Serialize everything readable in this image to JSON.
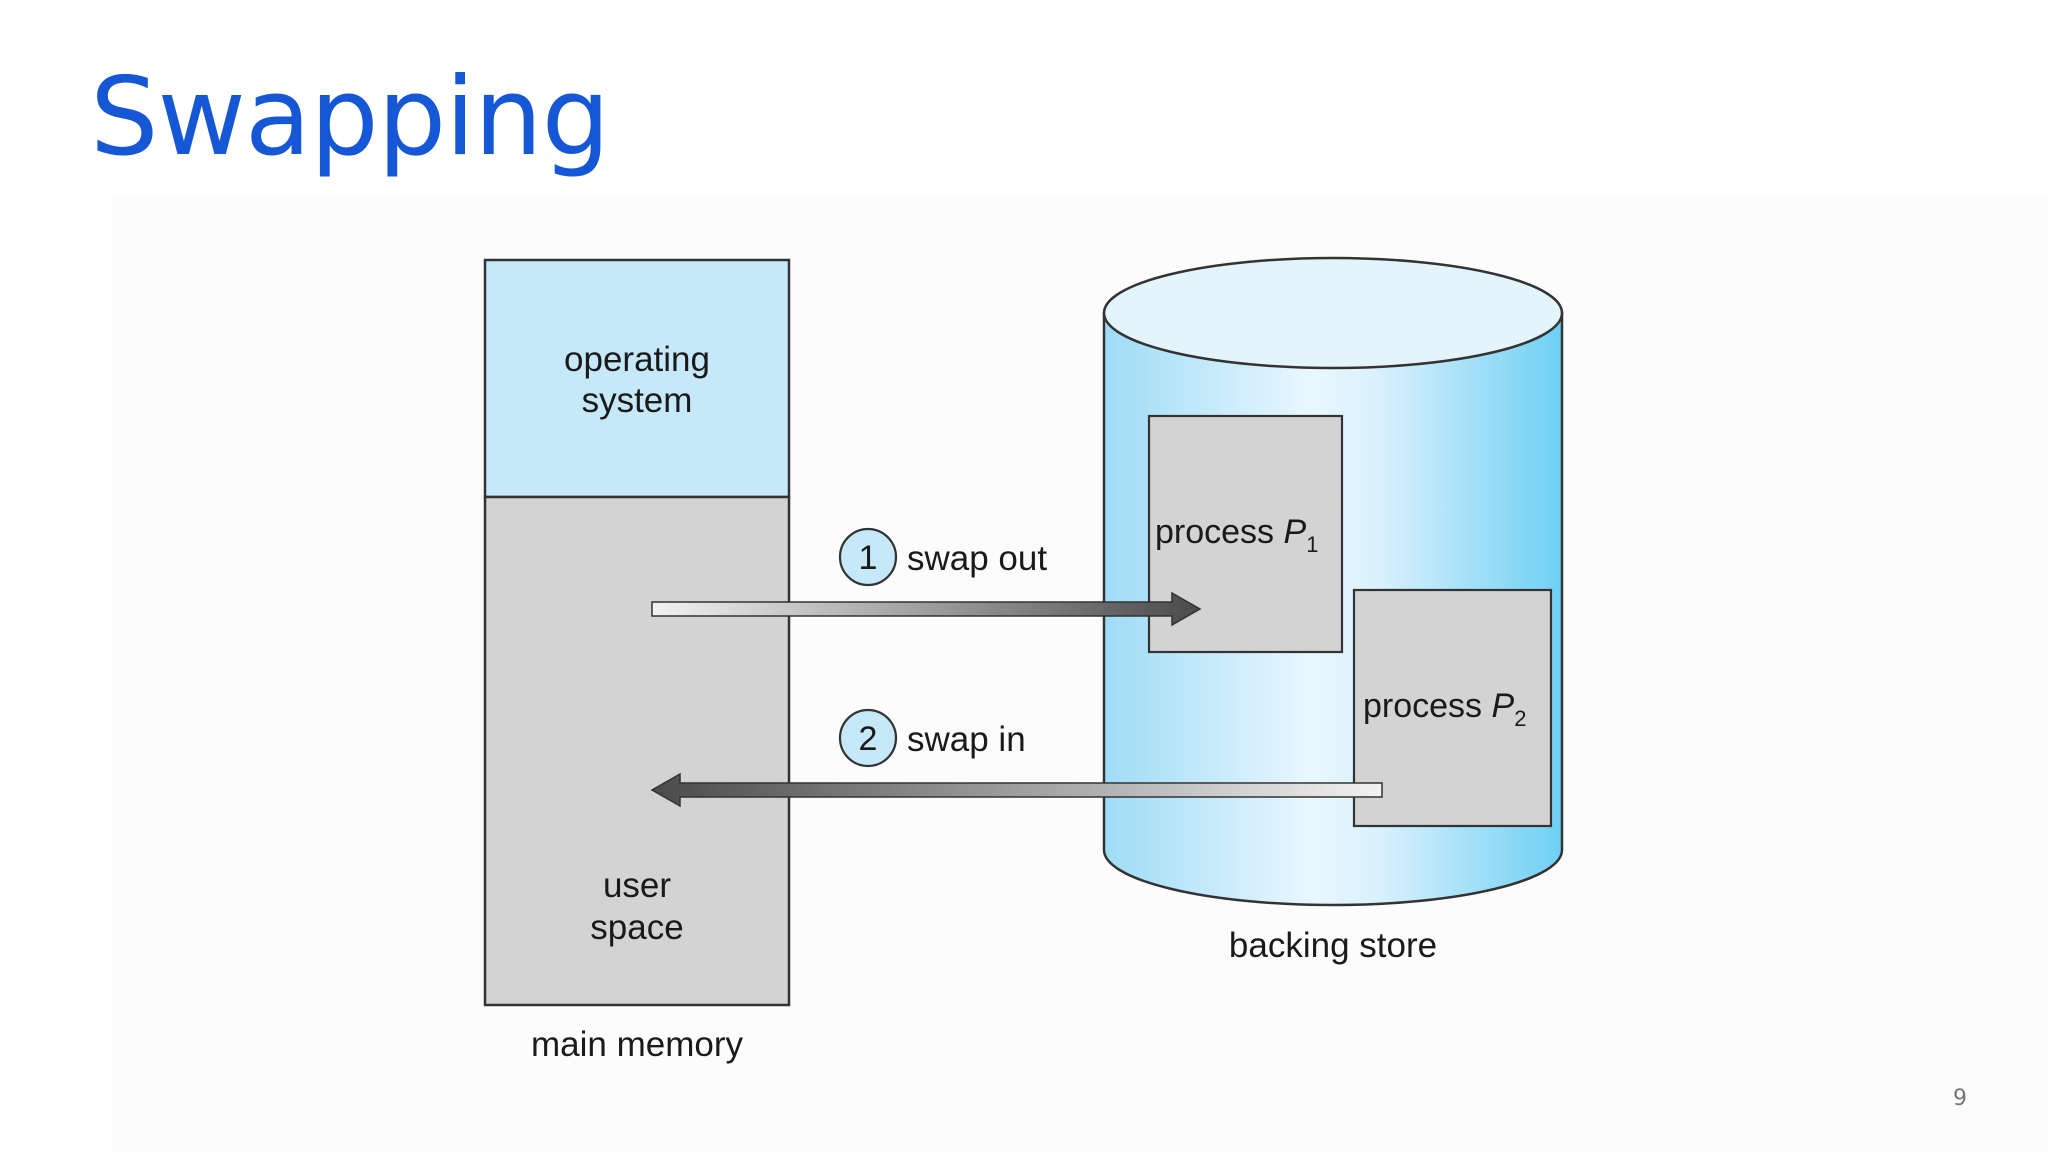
{
  "slide": {
    "title": "Swapping",
    "page_number": "9"
  },
  "diagram": {
    "main_memory": {
      "os_label_line1": "operating",
      "os_label_line2": "system",
      "user_label_line1": "user",
      "user_label_line2": "space",
      "caption": "main memory"
    },
    "backing_store": {
      "caption": "backing store",
      "process1": {
        "label": "process ",
        "var": "P",
        "sub": "1"
      },
      "process2": {
        "label": "process ",
        "var": "P",
        "sub": "2"
      }
    },
    "steps": [
      {
        "number": "1",
        "label": "swap out"
      },
      {
        "number": "2",
        "label": "swap in"
      }
    ]
  },
  "colors": {
    "title": "#1657d6",
    "os_fill": "#c6e9fa",
    "user_fill": "#d3d3d3",
    "process_fill": "#d3d3d3",
    "cylinder_light": "#e6f6ff",
    "cylinder_dark": "#6fd0f3",
    "step_circle": "#c6e9fa"
  }
}
